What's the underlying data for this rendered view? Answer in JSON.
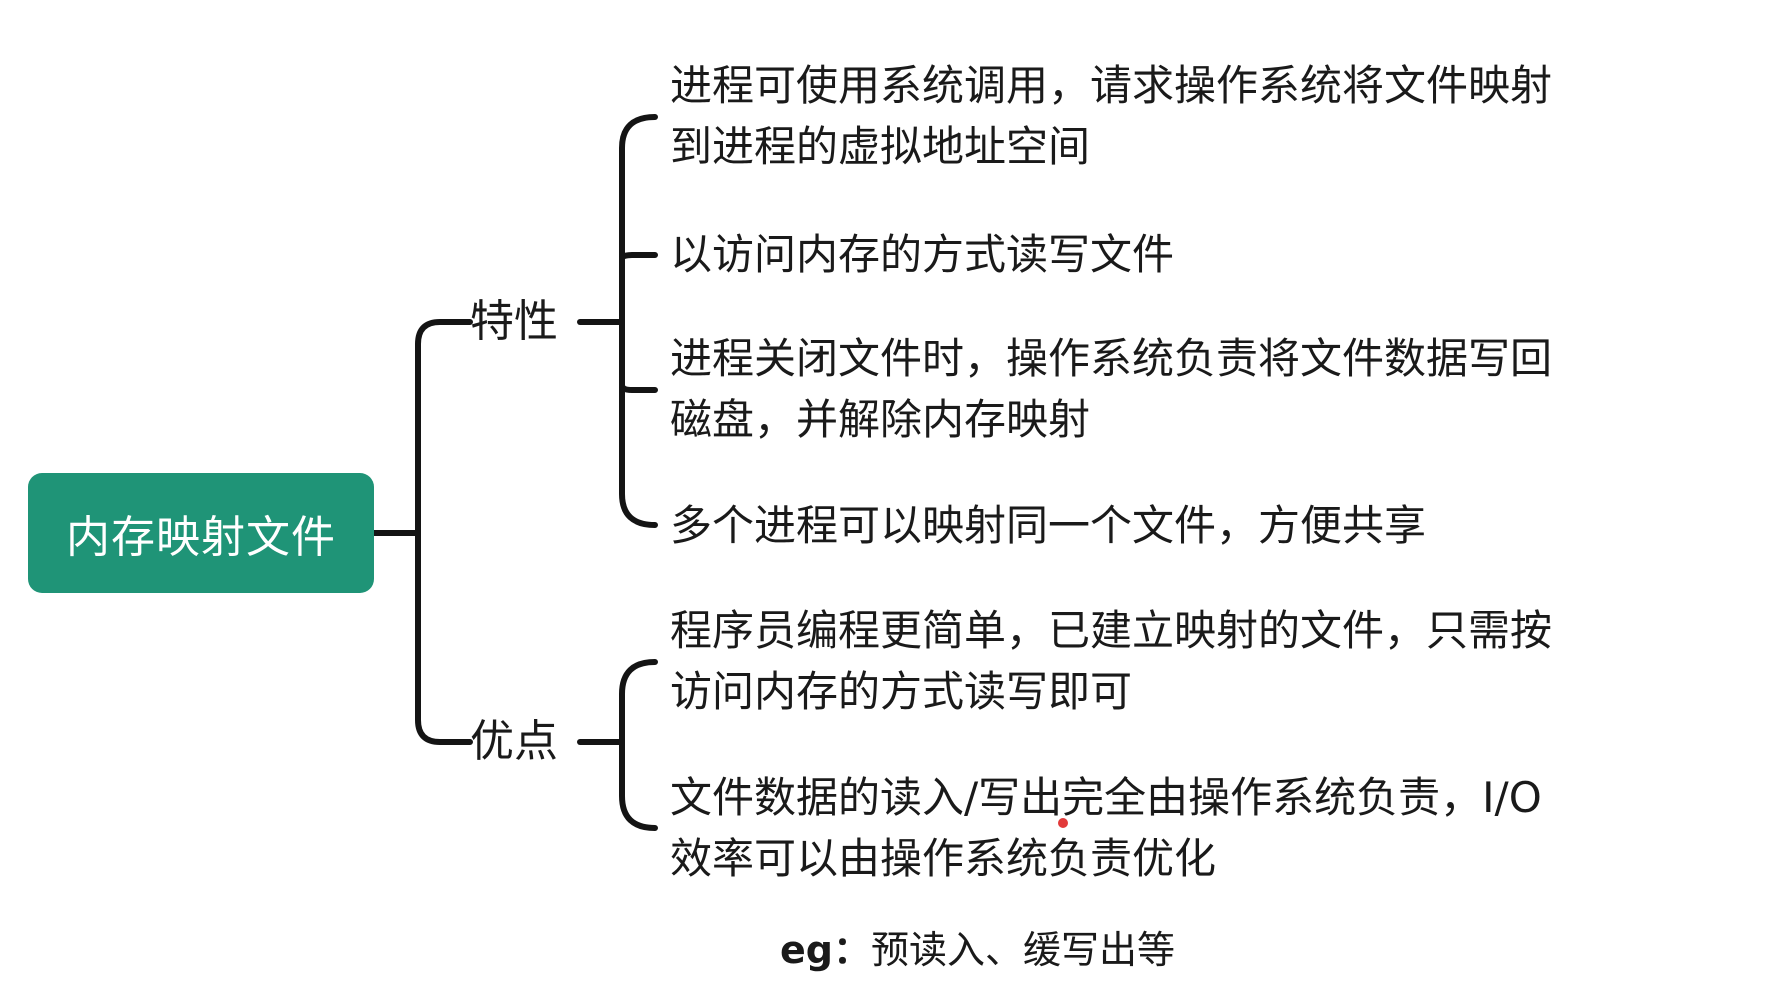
{
  "root": {
    "label": "内存映射文件",
    "color": "#1f9477"
  },
  "branches": [
    {
      "label": "特性",
      "items": [
        "进程可使用系统调用，请求操作系统将文件映射\n到进程的虚拟地址空间",
        "以访问内存的方式读写文件",
        "进程关闭文件时，操作系统负责将文件数据写回\n磁盘，并解除内存映射",
        "多个进程可以映射同一个文件，方便共享"
      ]
    },
    {
      "label": "优点",
      "items": [
        "程序员编程更简单，已建立映射的文件，只需按\n访问内存的方式读写即可",
        "文件数据的读入/写出完全由操作系统负责，I/O\n效率可以由操作系统负责优化"
      ]
    }
  ],
  "note": {
    "lead": "eg：",
    "text": "预读入、缓写出等"
  },
  "colors": {
    "line": "#141414",
    "cursor": "#e23a3a"
  }
}
